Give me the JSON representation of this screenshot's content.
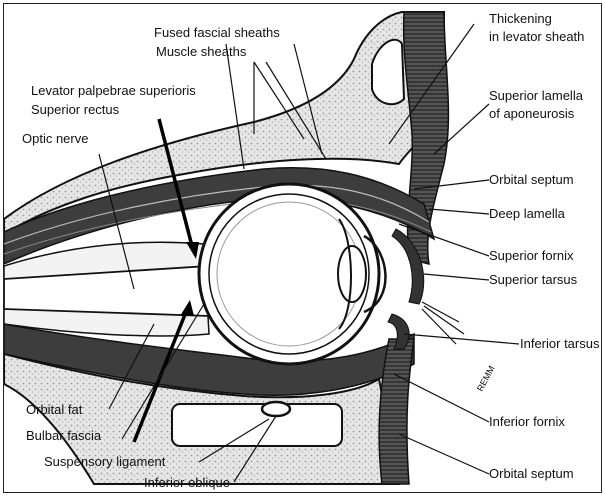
{
  "labels": {
    "fused_fascial_sheaths": "Fused fascial sheaths",
    "muscle_sheaths": "Muscle sheaths",
    "levator": "Levator palpebrae superioris",
    "superior_rectus": "Superior rectus",
    "optic_nerve": "Optic nerve",
    "thickening_1": "Thickening",
    "thickening_2": "in levator sheath",
    "superior_lamella_1": "Superior lamella",
    "superior_lamella_2": "of aponeurosis",
    "orbital_septum_top": "Orbital septum",
    "deep_lamella": "Deep lamella",
    "superior_fornix": "Superior fornix",
    "superior_tarsus": "Superior tarsus",
    "inferior_tarsus": "Inferior tarsus",
    "inferior_fornix": "Inferior fornix",
    "orbital_septum_bottom": "Orbital septum",
    "orbital_fat": "Orbital fat",
    "bulbar_fascia": "Bulbar fascia",
    "suspensory_ligament": "Suspensory ligament",
    "inferior_oblique": "Inferior oblique",
    "signature": "REMM"
  },
  "colors": {
    "ink": "#111111",
    "bone_stipple": "#cfcfcf",
    "fat": "#f2f2f2",
    "muscle": "#3a3a3a",
    "background": "#ffffff"
  }
}
